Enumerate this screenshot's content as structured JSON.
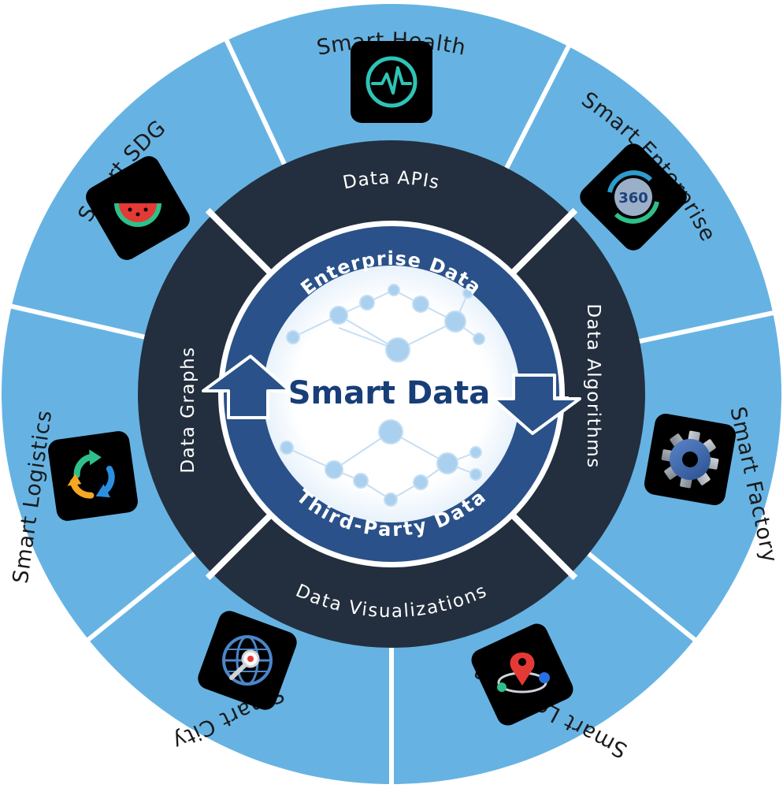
{
  "center_title": "Smart Data",
  "flow_labels": {
    "top": "Enterprise Data",
    "bottom": "Third-Party Data"
  },
  "inner_ring": [
    {
      "key": "apis",
      "label": "Data APIs"
    },
    {
      "key": "algorithms",
      "label": "Data Algorithms"
    },
    {
      "key": "visualizations",
      "label": "Data Visualizations"
    },
    {
      "key": "graphs",
      "label": "Data Graphs"
    }
  ],
  "outer_ring": [
    {
      "key": "health",
      "label": "Smart Health",
      "icon": "heartbeat-icon"
    },
    {
      "key": "enterprise",
      "label": "Smart Enterprise",
      "icon": "360-rotate-icon"
    },
    {
      "key": "factory",
      "label": "Smart Factory",
      "icon": "gear-icon"
    },
    {
      "key": "location",
      "label": "Smart Location",
      "icon": "location-orbit-icon"
    },
    {
      "key": "city",
      "label": "Smart City",
      "icon": "globe-search-icon"
    },
    {
      "key": "logistics",
      "label": "Smart Logistics",
      "icon": "cycle-arrows-icon"
    },
    {
      "key": "sdg",
      "label": "Smart SDG",
      "icon": "watermelon-icon"
    }
  ],
  "colors": {
    "outer_ring": "#66b3e3",
    "inner_ring": "#232f3e",
    "flow_arrow": "#2a5189",
    "core_text": "#183e78",
    "network_nodes": "#a9d0ef"
  }
}
